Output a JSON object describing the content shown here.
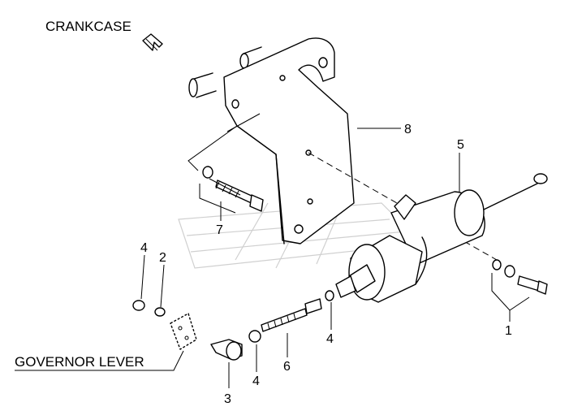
{
  "labels": {
    "crankcase": "CRANKCASE",
    "governor_lever": "GOVERNOR LEVER"
  },
  "callouts": [
    "1",
    "2",
    "3",
    "4",
    "4",
    "4",
    "5",
    "6",
    "7",
    "8"
  ]
}
